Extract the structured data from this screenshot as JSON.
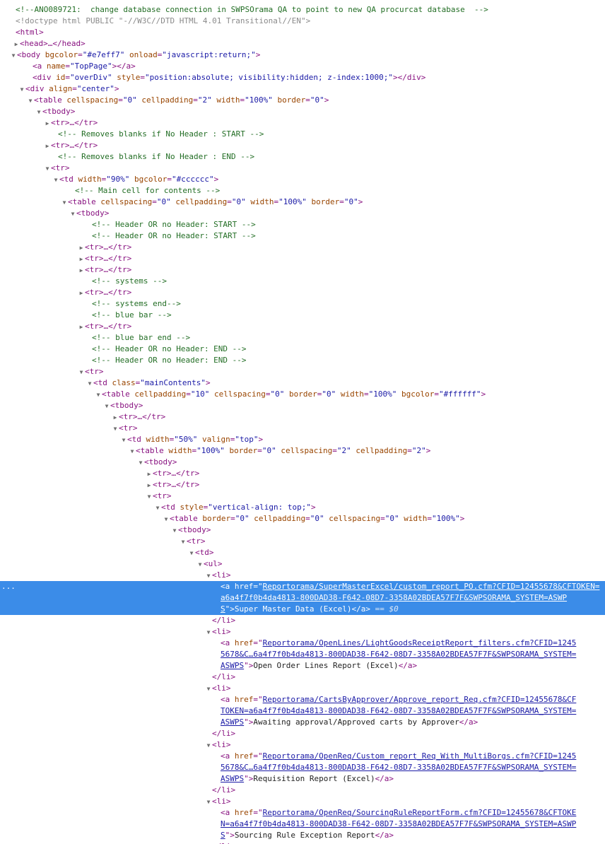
{
  "lines": [
    {
      "comment": "<!--ANO089721:  change database connection in SWPSOrama QA to point to new QA procurcat database  -->"
    },
    {
      "doctype": "<!doctype html PUBLIC \"-//W3C//DTD HTML 4.01 Transitional//EN\">"
    },
    {
      "open": "<html>"
    },
    {
      "collapsed": "<head>…</head>"
    },
    {
      "body_open": "<body",
      "attr1": "bgcolor",
      "val1": "\"#e7eff7\"",
      "attr2": "onload",
      "val2": "\"javascript:return;\"",
      "close": ">"
    },
    {
      "a_name": "<a",
      "attr": "name",
      "val": "\"TopPage\"",
      "close": "></a>"
    },
    {
      "div_over": "<div",
      "attr1": "id",
      "val1": "\"overDiv\"",
      "attr2": "style",
      "val2": "\"position:absolute; visibility:hidden; z-index:1000;\"",
      "close": "></div>"
    },
    {
      "div_align": "<div",
      "attr": "align",
      "val": "\"center\"",
      "close": ">"
    },
    {
      "table1": "<table",
      "a1": "cellspacing",
      "v1": "\"0\"",
      "a2": "cellpadding",
      "v2": "\"2\"",
      "a3": "width",
      "v3": "\"100%\"",
      "a4": "border",
      "v4": "\"0\"",
      "close": ">"
    },
    {
      "tbody": "<tbody>"
    },
    {
      "tr_collapsed": "<tr>…</tr>"
    },
    {
      "comment": "<!-- Removes blanks if No Header : START -->"
    },
    {
      "tr_collapsed": "<tr>…</tr>"
    },
    {
      "comment": "<!-- Removes blanks if No Header : END -->"
    },
    {
      "tr": "<tr>"
    },
    {
      "td90": "<td",
      "a1": "width",
      "v1": "\"90%\"",
      "a2": "bgcolor",
      "v2": "\"#cccccc\"",
      "close": ">"
    },
    {
      "comment": "<!-- Main cell for contents -->"
    },
    {
      "table2": "<table",
      "a1": "cellspacing",
      "v1": "\"0\"",
      "a2": "cellpadding",
      "v2": "\"0\"",
      "a3": "width",
      "v3": "\"100%\"",
      "a4": "border",
      "v4": "\"0\"",
      "close": ">"
    },
    {
      "tbody": "<tbody>"
    },
    {
      "comment": "<!-- Header OR no Header: START -->"
    },
    {
      "comment": "<!-- Header OR no Header: START -->"
    },
    {
      "tr_collapsed": "<tr>…</tr>"
    },
    {
      "tr_collapsed": "<tr>…</tr>"
    },
    {
      "tr_collapsed": "<tr>…</tr>"
    },
    {
      "comment": "<!-- systems -->"
    },
    {
      "tr_collapsed": "<tr>…</tr>"
    },
    {
      "comment": "<!-- systems end-->"
    },
    {
      "comment": "<!-- blue bar -->"
    },
    {
      "tr_collapsed": "<tr>…</tr>"
    },
    {
      "comment": "<!-- blue bar end -->"
    },
    {
      "comment": "<!-- Header OR no Header: END -->"
    },
    {
      "comment": "<!-- Header OR no Header: END -->"
    },
    {
      "tr": "<tr>"
    },
    {
      "td_class": "<td",
      "attr": "class",
      "val": "\"mainContents\"",
      "close": ">"
    },
    {
      "table3": "<table",
      "a1": "cellpadding",
      "v1": "\"10\"",
      "a2": "cellspacing",
      "v2": "\"0\"",
      "a3": "border",
      "v3": "\"0\"",
      "a4": "width",
      "v4": "\"100%\"",
      "a5": "bgcolor",
      "v5": "\"#ffffff\"",
      "close": ">"
    },
    {
      "tbody": "<tbody>"
    },
    {
      "tr_collapsed": "<tr>…</tr>"
    },
    {
      "tr": "<tr>"
    },
    {
      "td50": "<td",
      "a1": "width",
      "v1": "\"50%\"",
      "a2": "valign",
      "v2": "\"top\"",
      "close": ">"
    },
    {
      "table4": "<table",
      "a1": "width",
      "v1": "\"100%\"",
      "a2": "border",
      "v2": "\"0\"",
      "a3": "cellspacing",
      "v3": "\"2\"",
      "a4": "cellpadding",
      "v4": "\"2\"",
      "close": ">"
    },
    {
      "tbody": "<tbody>"
    },
    {
      "tr_collapsed": "<tr>…</tr>"
    },
    {
      "tr_collapsed": "<tr>…</tr>"
    },
    {
      "tr": "<tr>"
    },
    {
      "td_style": "<td",
      "attr": "style",
      "val": "\"vertical-align: top;\"",
      "close": ">"
    },
    {
      "table5": "<table",
      "a1": "border",
      "v1": "\"0\"",
      "a2": "cellpadding",
      "v2": "\"0\"",
      "a3": "cellspacing",
      "v3": "\"0\"",
      "a4": "width",
      "v4": "\"100%\"",
      "close": ">"
    },
    {
      "tbody": "<tbody>"
    },
    {
      "tr": "<tr>"
    },
    {
      "td": "<td>"
    },
    {
      "ul": "<ul>"
    },
    {
      "li": "<li>"
    }
  ],
  "links": [
    {
      "href": "Reportorama/SuperMasterExcel/custom_report_PO.cfm?CFID=12455678&CFTOKEN=a6a4f7f0b4da4813-800DAD38-F642-08D7-3358A02BDEA57F7F&SWPSORAMA_SYSTEM=ASWPS",
      "text": "Super Master Data (Excel)"
    },
    {
      "href": "Reportorama/OpenLines/LightGoodsReceiptReport_filters.cfm?CFID=12455678&C…6a4f7f0b4da4813-800DAD38-F642-08D7-3358A02BDEA57F7F&SWPSORAMA_SYSTEM=ASWPS",
      "text": "Open Order Lines Report (Excel)"
    },
    {
      "href": "Reportorama/CartsByApprover/Approve_report_Req.cfm?CFID=12455678&CFTOKEN=a6a4f7f0b4da4813-800DAD38-F642-08D7-3358A02BDEA57F7F&SWPSORAMA_SYSTEM=ASWPS",
      "text": "Awaiting approval/Approved carts by Approver"
    },
    {
      "href": "Reportorama/OpenReq/Custom_report_Req_With_MultiBorgs.cfm?CFID=12455678&C…6a4f7f0b4da4813-800DAD38-F642-08D7-3358A02BDEA57F7F&SWPSORAMA_SYSTEM=ASWPS",
      "text": "Requisition Report (Excel)"
    },
    {
      "href": "Reportorama/OpenReq/SourcingRuleReportForm.cfm?CFID=12455678&CFTOKEN=a6a4f7f0b4da4813-800DAD38-F642-08D7-3358A02BDEA57F7F&SWPSORAMA_SYSTEM=ASWPS",
      "text": "Sourcing Rule Exception Report"
    }
  ],
  "snippets": {
    "a_open": "<a",
    "href_attr": "href",
    "eq_quote": "=\"",
    "close_quote": "\">",
    "a_close": "</a>",
    "li_close": "</li>",
    "li_open": "<li>",
    "dollar": " == $0",
    "ellipsis_marker": "..."
  },
  "icons": {
    "expanded": "triangle-down-icon",
    "collapsed": "triangle-right-icon"
  },
  "colors": {
    "tag": "#881280",
    "attr_name": "#994500",
    "attr_value": "#1a1aa6",
    "comment": "#236e25",
    "selection": "#3b8ce8"
  }
}
